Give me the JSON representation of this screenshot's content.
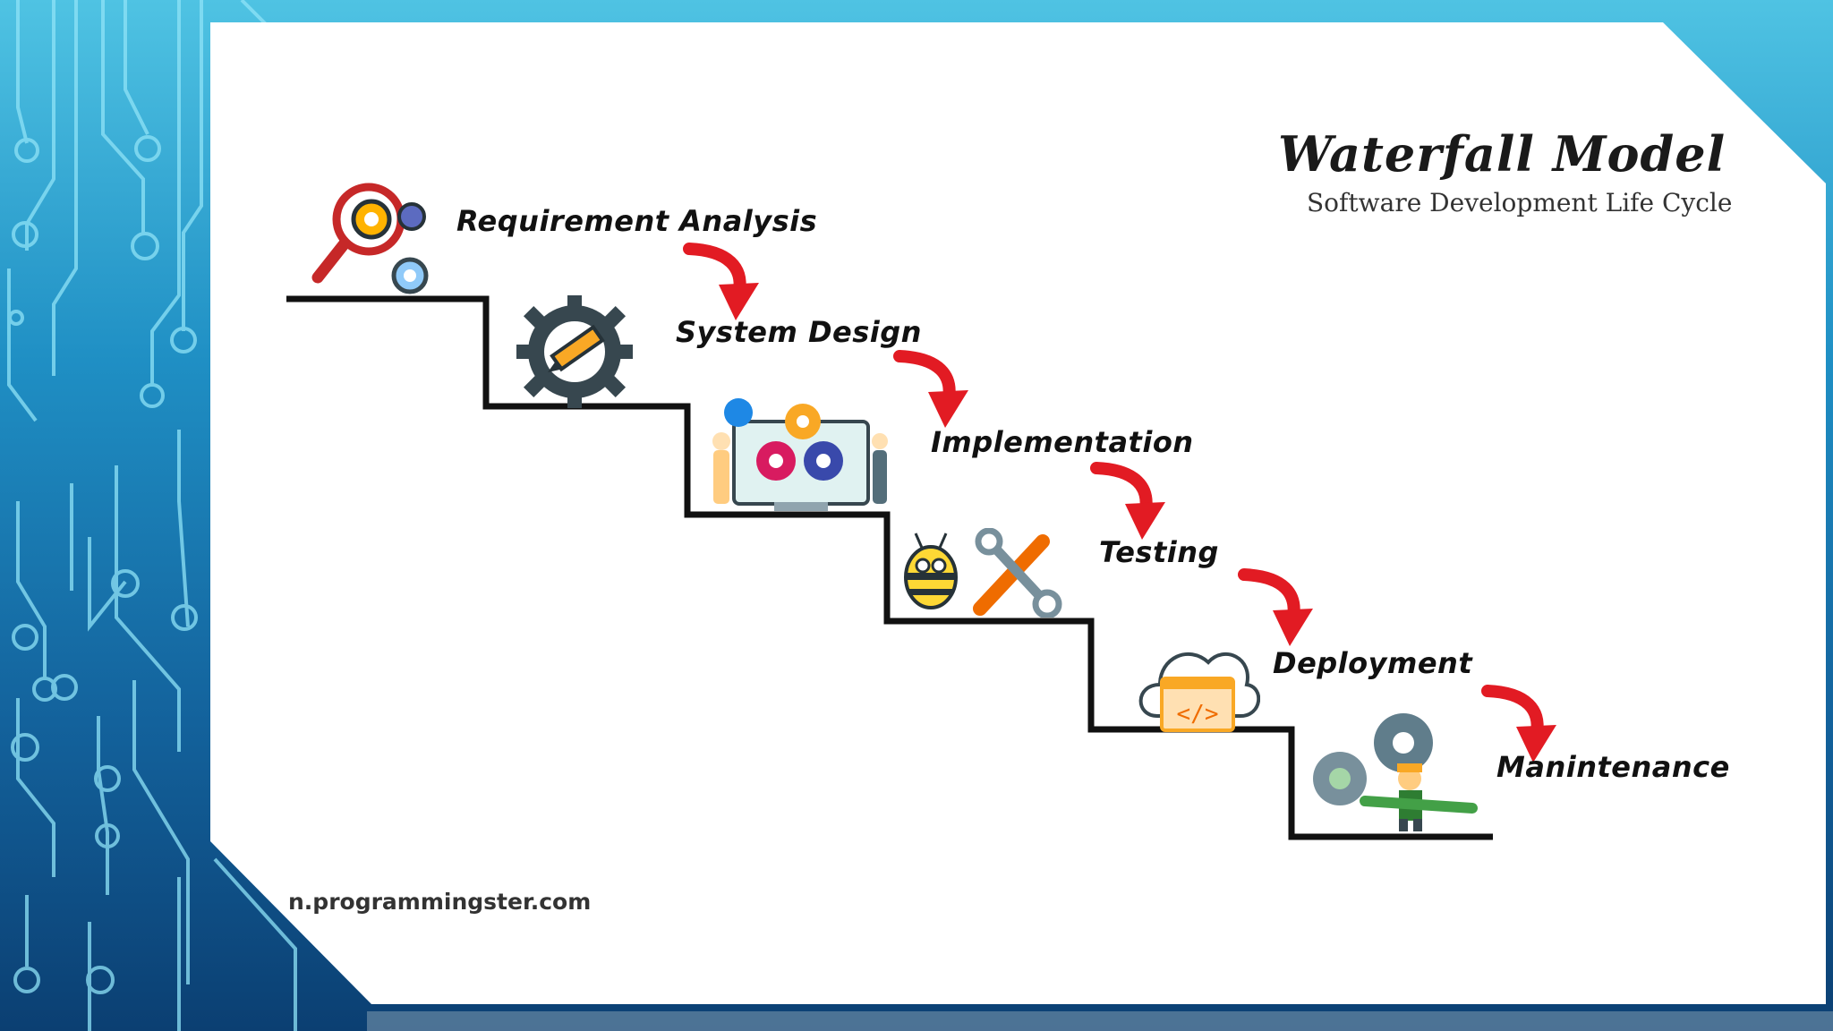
{
  "diagram": {
    "title": "Waterfall Model",
    "subtitle": "Software Development Life Cycle",
    "watermark": "n.programmingster.com",
    "steps": [
      {
        "label": "Requirement Analysis",
        "icon": "magnifier-gear-icon"
      },
      {
        "label": "System Design",
        "icon": "gear-pencil-icon"
      },
      {
        "label": "Implementation",
        "icon": "monitor-gears-team-icon"
      },
      {
        "label": "Testing",
        "icon": "bug-tools-icon"
      },
      {
        "label": "Deployment",
        "icon": "cloud-code-icon"
      },
      {
        "label": "Manintenance",
        "icon": "worker-gears-wrench-icon"
      }
    ]
  },
  "colors": {
    "arrow": "#e21b23",
    "stair": "#111111",
    "background_top": "#4fc3e3",
    "background_bottom": "#0b3f72",
    "card": "#ffffff"
  }
}
